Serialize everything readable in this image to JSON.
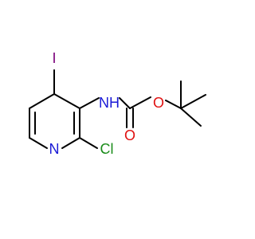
{
  "molecule": {
    "atom_labels": {
      "iodine": "I",
      "nitrogen_amine": "NH",
      "oxygen_carbonyl": "O",
      "oxygen_ester": "O",
      "nitrogen_ring": "N",
      "chlorine": "Cl"
    },
    "colors": {
      "bond": "#000000",
      "iodine": "#7a007a",
      "nitrogen": "#1a1ad6",
      "oxygen": "#e01010",
      "chlorine": "#1a8c1a"
    }
  }
}
